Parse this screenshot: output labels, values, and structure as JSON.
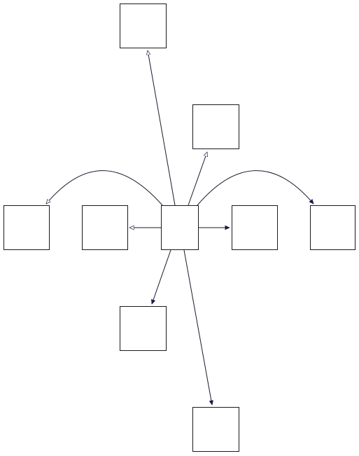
{
  "colors": {
    "node_stroke": "#1a1a1a",
    "edge": "#1a1a2e",
    "arrow_filled": "#1a1a4a",
    "arrow_hollow": "#ffffff"
  },
  "diagram": {
    "hub": "center",
    "nodes": [
      {
        "id": "center",
        "label": ""
      },
      {
        "id": "top",
        "label": ""
      },
      {
        "id": "upper-right",
        "label": ""
      },
      {
        "id": "far-left",
        "label": ""
      },
      {
        "id": "left",
        "label": ""
      },
      {
        "id": "right",
        "label": ""
      },
      {
        "id": "far-right",
        "label": ""
      },
      {
        "id": "lower-left",
        "label": ""
      },
      {
        "id": "bottom",
        "label": ""
      }
    ],
    "edges": [
      {
        "from": "center",
        "to": "top",
        "arrowhead": "hollow"
      },
      {
        "from": "center",
        "to": "upper-right",
        "arrowhead": "hollow"
      },
      {
        "from": "center",
        "to": "far-left",
        "arrowhead": "hollow",
        "curved": true
      },
      {
        "from": "center",
        "to": "left",
        "arrowhead": "hollow"
      },
      {
        "from": "center",
        "to": "right",
        "arrowhead": "filled"
      },
      {
        "from": "center",
        "to": "far-right",
        "arrowhead": "filled",
        "curved": true
      },
      {
        "from": "center",
        "to": "lower-left",
        "arrowhead": "filled"
      },
      {
        "from": "center",
        "to": "bottom",
        "arrowhead": "filled"
      }
    ]
  }
}
